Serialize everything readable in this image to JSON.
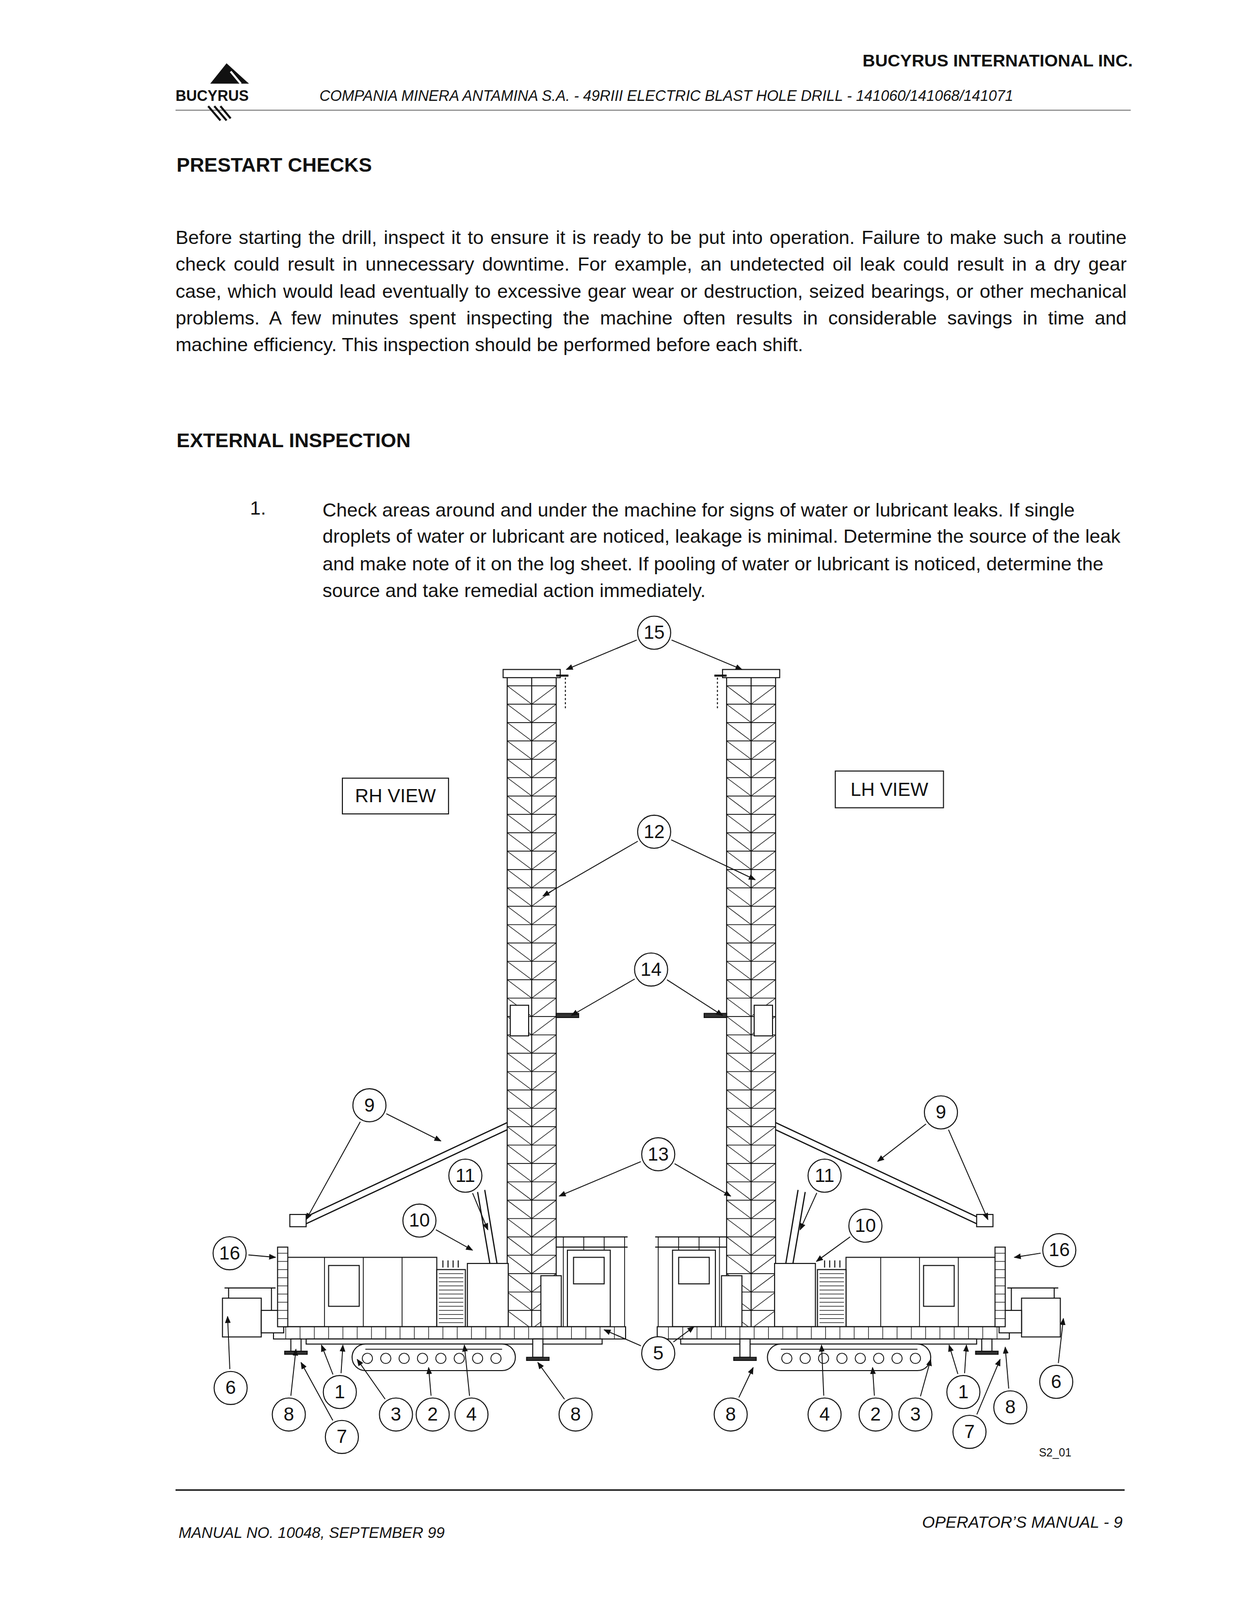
{
  "diagram": {
    "title": "PRESTART CHECKS",
    "nodes": [
      {
        "text": [
          "15"
        ]
      },
      {
        "text": [
          "RH VIEW"
        ]
      },
      {
        "text": [
          "LH VIEW"
        ]
      },
      {
        "text": [
          "12"
        ]
      },
      {
        "text": [
          "14"
        ]
      },
      {
        "text": [
          "9"
        ]
      },
      {
        "text": [
          "9"
        ]
      },
      {
        "text": [
          "13"
        ]
      },
      {
        "text": [
          "11"
        ]
      },
      {
        "text": [
          "11"
        ]
      },
      {
        "text": [
          "10"
        ]
      },
      {
        "text": [
          "10"
        ]
      },
      {
        "text": [
          "16"
        ]
      },
      {
        "text": [
          "16"
        ]
      },
      {
        "text": [
          "5"
        ]
      },
      {
        "text": [
          "6"
        ]
      },
      {
        "text": [
          "6"
        ]
      },
      {
        "text": [
          "1"
        ]
      },
      {
        "text": [
          "1"
        ]
      },
      {
        "text": [
          "8"
        ]
      },
      {
        "text": [
          "3"
        ]
      },
      {
        "text": [
          "2"
        ]
      },
      {
        "text": [
          "4"
        ]
      },
      {
        "text": [
          "8"
        ]
      },
      {
        "text": [
          "8"
        ]
      },
      {
        "text": [
          "4"
        ]
      },
      {
        "text": [
          "2"
        ]
      },
      {
        "text": [
          "3"
        ]
      },
      {
        "text": [
          "8"
        ]
      },
      {
        "text": [
          "7"
        ]
      },
      {
        "text": [
          "7"
        ]
      }
    ],
    "labels": [
      "BUCYRUS INTERNATIONAL INC.",
      "BUCYRUS",
      "COMPANIA MINERA ANTAMINA S.A. - 49RIII ELECTRIC BLAST HOLE DRILL - 141060/141068/141071",
      "Before starting the drill, inspect it to ensure it is ready to be put into operation. Failure to make such a routine check could result in unnecessary downtime. For example, an undetected oil leak could result in a dry gear case, which would lead eventually to excessive gear wear or destruction, seized bearings, or other mechanical problems. A few minutes spent inspecting the machine often results in considerable savings in time and machine efficiency. This inspection should be performed before each shift.",
      "EXTERNAL INSPECTION",
      "1.",
      "Check areas around and under the machine for signs of water or lubricant leaks. If single droplets of water or lubricant are noticed, leakage is minimal. Determine the source of the leak and make note of it on the log sheet. If pooling of water or lubricant is noticed, determine the source and take remedial action immediately.",
      "S2_01",
      "MANUAL NO. 10048, SEPTEMBER 99",
      "OPERATOR’S MANUAL - 9"
    ]
  }
}
